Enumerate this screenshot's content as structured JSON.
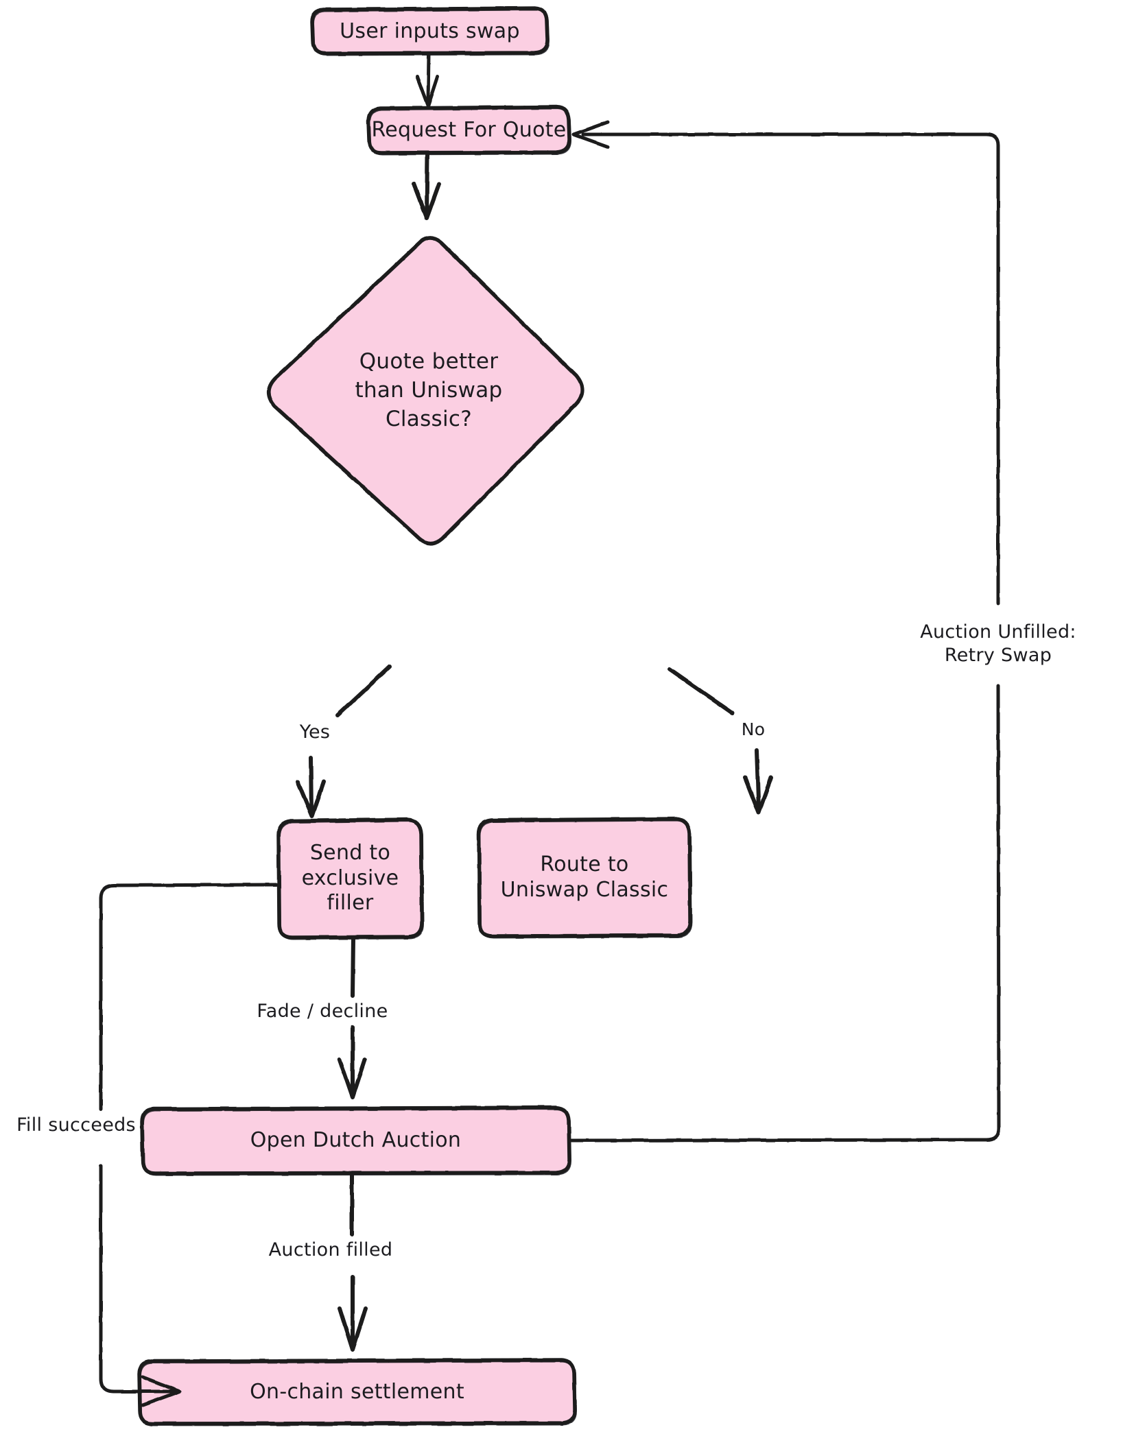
{
  "diagram": {
    "title": "Uniswap swap routing flowchart",
    "style": "hand-drawn",
    "colors": {
      "node_fill": "#fbcfe2",
      "node_stroke": "#1b1b1f",
      "edge_stroke": "#1b1b1f",
      "text": "#1b1b1f",
      "background": "#ffffff"
    },
    "nodes": [
      {
        "id": "input",
        "shape": "rounded-rect",
        "text": "User inputs swap"
      },
      {
        "id": "rfq",
        "shape": "rounded-rect",
        "text": "Request For Quote"
      },
      {
        "id": "decision",
        "shape": "diamond",
        "text": "Quote better\nthan Uniswap\nClassic?"
      },
      {
        "id": "filler",
        "shape": "rounded-rect",
        "text": "Send to\nexclusive filler"
      },
      {
        "id": "classic",
        "shape": "rounded-rect",
        "text": "Route to\nUniswap Classic"
      },
      {
        "id": "auction",
        "shape": "rounded-rect",
        "text": "Open Dutch Auction"
      },
      {
        "id": "settlement",
        "shape": "rounded-rect",
        "text": "On-chain settlement"
      }
    ],
    "edges": [
      {
        "id": "e1",
        "from": "input",
        "to": "rfq",
        "label": ""
      },
      {
        "id": "e2",
        "from": "rfq",
        "to": "decision",
        "label": ""
      },
      {
        "id": "e3",
        "from": "decision",
        "to": "filler",
        "label": "Yes"
      },
      {
        "id": "e4",
        "from": "decision",
        "to": "classic",
        "label": "No"
      },
      {
        "id": "e5",
        "from": "filler",
        "to": "auction",
        "label": "Fade / decline"
      },
      {
        "id": "e6",
        "from": "auction",
        "to": "settlement",
        "label": "Auction filled"
      },
      {
        "id": "e7",
        "from": "auction",
        "to": "rfq",
        "label": "Auction Unfilled:\nRetry Swap"
      },
      {
        "id": "e8",
        "from": "filler",
        "to": "settlement",
        "label": "Fill succeeds"
      }
    ]
  }
}
